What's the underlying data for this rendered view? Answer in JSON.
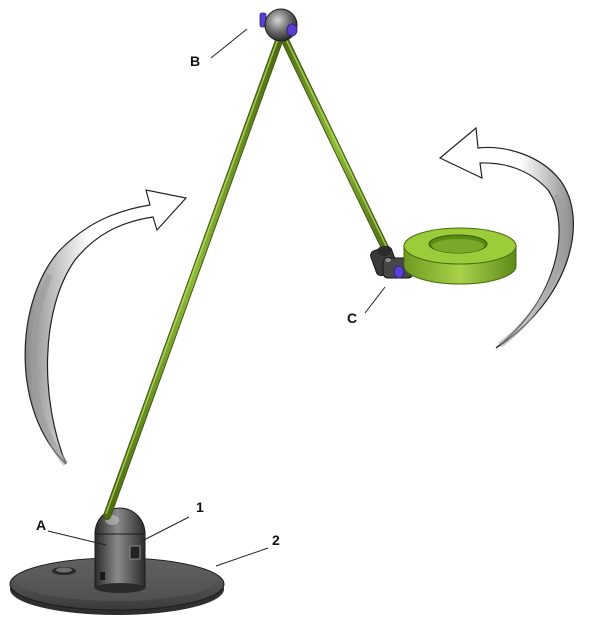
{
  "labels": {
    "joint_top": "B",
    "joint_end": "C",
    "joint_base": "A",
    "part_1": "1",
    "part_2": "2"
  },
  "colors": {
    "arm_green": "#7ea62a",
    "arm_green_dark": "#4d6b12",
    "ring_green": "#9bcc3a",
    "ring_green_dark": "#5f8a1a",
    "joint_dark": "#3a3a3a",
    "joint_highlight": "#bdbdbd",
    "accent_purple": "#5a3fd0",
    "base_plate": "#4a4a4a",
    "base_top": "#5c5c5c",
    "arrow_fill": "#ffffff",
    "arrow_shade": "#9a9a9a",
    "arrow_stroke": "#222222"
  }
}
